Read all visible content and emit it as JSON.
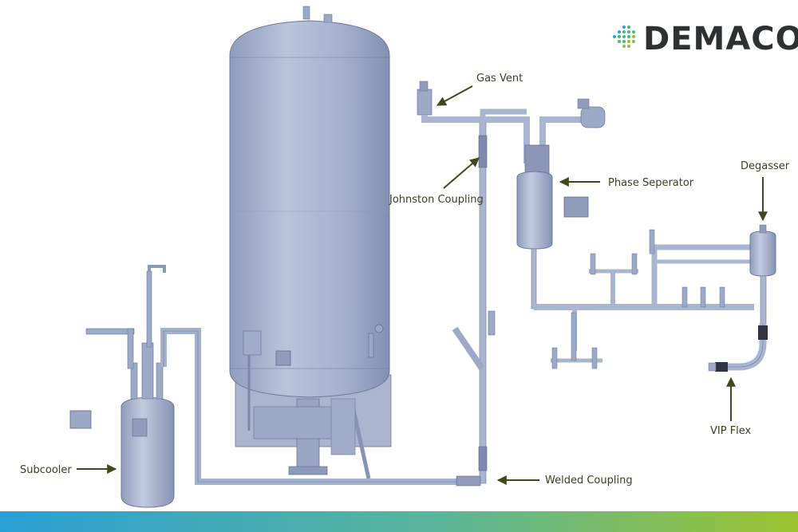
{
  "brand": {
    "name": "DEMACO",
    "text_color": "#2d3134",
    "dot_colors": [
      "#1fa9d6",
      "#45b86e",
      "#8cc43f"
    ]
  },
  "labels": {
    "gas_vent": "Gas Vent",
    "johnston_coupling": "Johnston Coupling",
    "phase_separator": "Phase Seperator",
    "degasser": "Degasser",
    "vip_flex": "VIP Flex",
    "subcooler": "Subcooler",
    "welded_coupling": "Welded Coupling"
  },
  "colors": {
    "arrow": "#3f4a1a",
    "equipment": "#a9b6d2",
    "equipment_shadow": "#8b98b8",
    "equipment_light": "#c4cde2",
    "outline": "#6b7894",
    "gradient_bar": [
      "#2a9fd6",
      "#5ab59a",
      "#9cc430"
    ]
  }
}
